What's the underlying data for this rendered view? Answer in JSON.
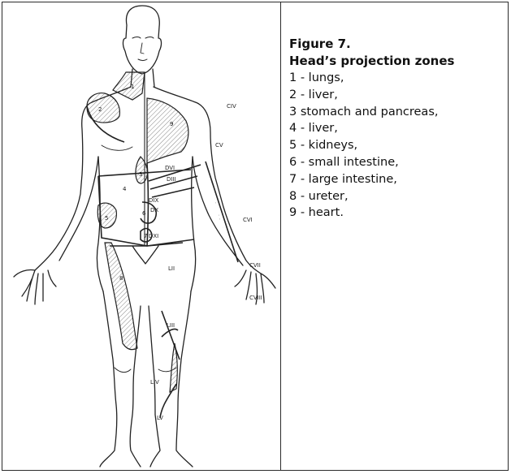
{
  "caption": {
    "figure_number": "Figure 7.",
    "title": "Head’s projection zones",
    "items": [
      "1 - lungs,",
      "2 - liver,",
      "3 stomach and pancreas,",
      "4 - liver,",
      "5 - kidneys,",
      "6 - small intestine,",
      "7 - large intestine,",
      "8 - ureter,",
      "9 - heart."
    ]
  },
  "figure": {
    "segment_labels": [
      "CIV",
      "CV",
      "CVI",
      "CVII",
      "CVIII",
      "DVI",
      "DIII",
      "DIX",
      "DX",
      "DXI",
      "LII",
      "LIII",
      "LIV",
      "LV"
    ],
    "zone_numbers": [
      "1",
      "2",
      "3",
      "4",
      "5",
      "6",
      "7",
      "8",
      "9"
    ]
  },
  "colors": {
    "border": "#2b2b2b",
    "ink": "#222222",
    "background": "#ffffff"
  }
}
